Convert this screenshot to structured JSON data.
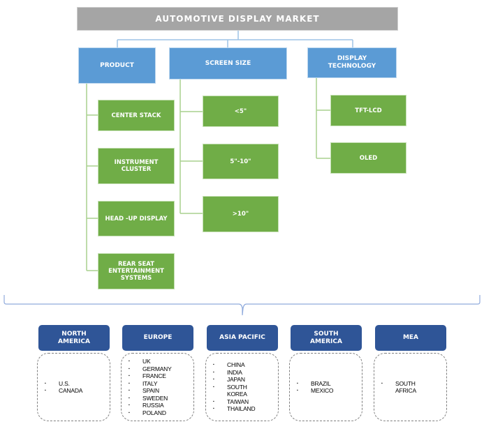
{
  "title": "AUTOMOTIVE  DISPLAY MARKET",
  "colors": {
    "title_bg": "#a5a5a5",
    "category_bg": "#5b9bd5",
    "leaf_bg": "#70ad47",
    "region_bg": "#2f5597",
    "connector_blue": "#9dc3e6",
    "connector_green": "#a9d18e"
  },
  "categories": [
    {
      "label": "PRODUCT",
      "items": [
        "CENTER STACK",
        "INSTRUMENT\nCLUSTER",
        "HEAD -UP DISPLAY",
        "REAR SEAT\nENTERTAINMENT\nSYSTEMS"
      ]
    },
    {
      "label": "SCREEN SIZE",
      "items": [
        "<5\"",
        "5\"-10\"",
        ">10\""
      ]
    },
    {
      "label": "DISPLAY\nTECHNOLOGY",
      "items": [
        "TFT-LCD",
        "OLED"
      ]
    }
  ],
  "bullet_glyph": "▪",
  "regions": [
    {
      "label": "NORTH\nAMERICA",
      "countries": [
        "U.S.",
        "CANADA"
      ]
    },
    {
      "label": "EUROPE",
      "countries": [
        "UK",
        "GERMANY",
        "FRANCE",
        "ITALY",
        "SPAIN",
        "SWEDEN",
        "RUSSIA",
        "POLAND"
      ]
    },
    {
      "label": "ASIA PACIFIC",
      "countries": [
        "CHINA",
        "INDIA",
        "JAPAN",
        "SOUTH\nKOREA",
        "TAIWAN",
        "THAILAND"
      ]
    },
    {
      "label": "SOUTH\nAMERICA",
      "countries": [
        "BRAZIL",
        "MEXICO"
      ]
    },
    {
      "label": "MEA",
      "countries": [
        "SOUTH\nAFRICA"
      ]
    }
  ]
}
